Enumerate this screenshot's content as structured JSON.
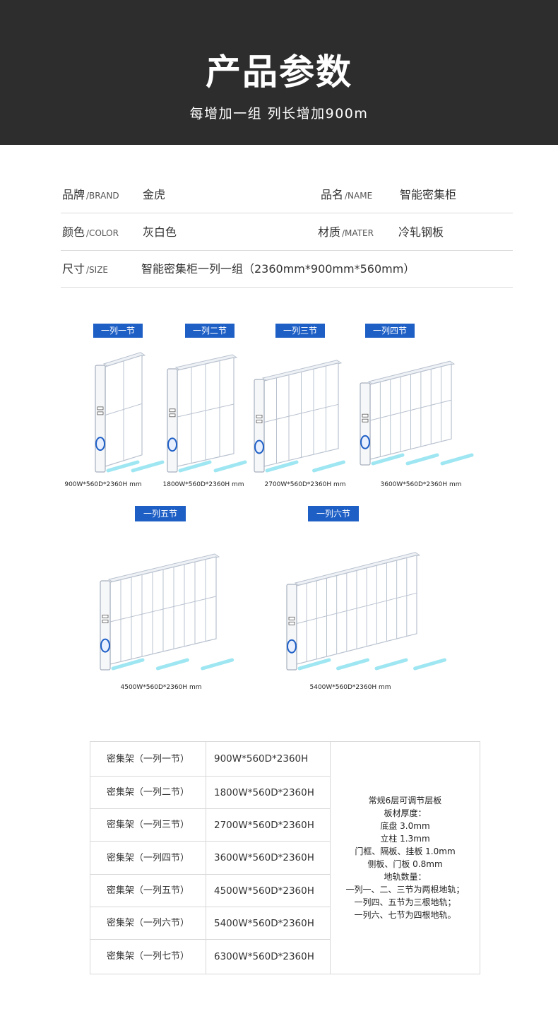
{
  "header": {
    "title": "产品参数",
    "subtitle": "每增加一组 列长增加900m"
  },
  "specs": [
    [
      {
        "label": "品牌",
        "label_en": "/BRAND",
        "value": "金虎"
      },
      {
        "label": "品名",
        "label_en": "/NAME",
        "value": "智能密集柜"
      }
    ],
    [
      {
        "label": "颜色",
        "label_en": "/COLOR",
        "value": "灰白色"
      },
      {
        "label": "材质",
        "label_en": "/MATER",
        "value": "冷轧钢板"
      }
    ],
    [
      {
        "label": "尺寸",
        "label_en": "/SIZE",
        "value": "智能密集柜一列一组（2360mm*900mm*560mm）"
      }
    ]
  ],
  "colors": {
    "header_bg": "#2d2d2d",
    "badge_blue": "#1e5fc6",
    "rail": "#9ee6f2",
    "cabinet_line": "#b9c2cf"
  },
  "figures": [
    {
      "label": "一列一节",
      "caption": "900W*560D*2360H mm",
      "sections": 1
    },
    {
      "label": "一列二节",
      "caption": "1800W*560D*2360H mm",
      "sections": 2
    },
    {
      "label": "一列三节",
      "caption": "2700W*560D*2360H mm",
      "sections": 3
    },
    {
      "label": "一列四节",
      "caption": "3600W*560D*2360H mm",
      "sections": 4
    },
    {
      "label": "一列五节",
      "caption": "4500W*560D*2360H mm",
      "sections": 5
    },
    {
      "label": "一列六节",
      "caption": "5400W*560D*2360H mm",
      "sections": 6
    }
  ],
  "table": {
    "rows": [
      {
        "name": "密集架（一列一节）",
        "size": "900W*560D*2360H"
      },
      {
        "name": "密集架（一列二节）",
        "size": "1800W*560D*2360H"
      },
      {
        "name": "密集架（一列三节）",
        "size": "2700W*560D*2360H"
      },
      {
        "name": "密集架（一列四节）",
        "size": "3600W*560D*2360H"
      },
      {
        "name": "密集架（一列五节）",
        "size": "4500W*560D*2360H"
      },
      {
        "name": "密集架（一列六节）",
        "size": "5400W*560D*2360H"
      },
      {
        "name": "密集架（一列七节）",
        "size": "6300W*560D*2360H"
      }
    ],
    "notes": [
      "常规6层可调节层板",
      "板材厚度：",
      "底盘 3.0mm",
      "立柱 1.3mm",
      "门框、隔板、挂板 1.0mm",
      "侧板、门板 0.8mm",
      "地轨数量：",
      "一列一、二、三节为两根地轨；",
      "一列四、五节为三根地轨；",
      "一列六、七节为四根地轨。"
    ]
  }
}
